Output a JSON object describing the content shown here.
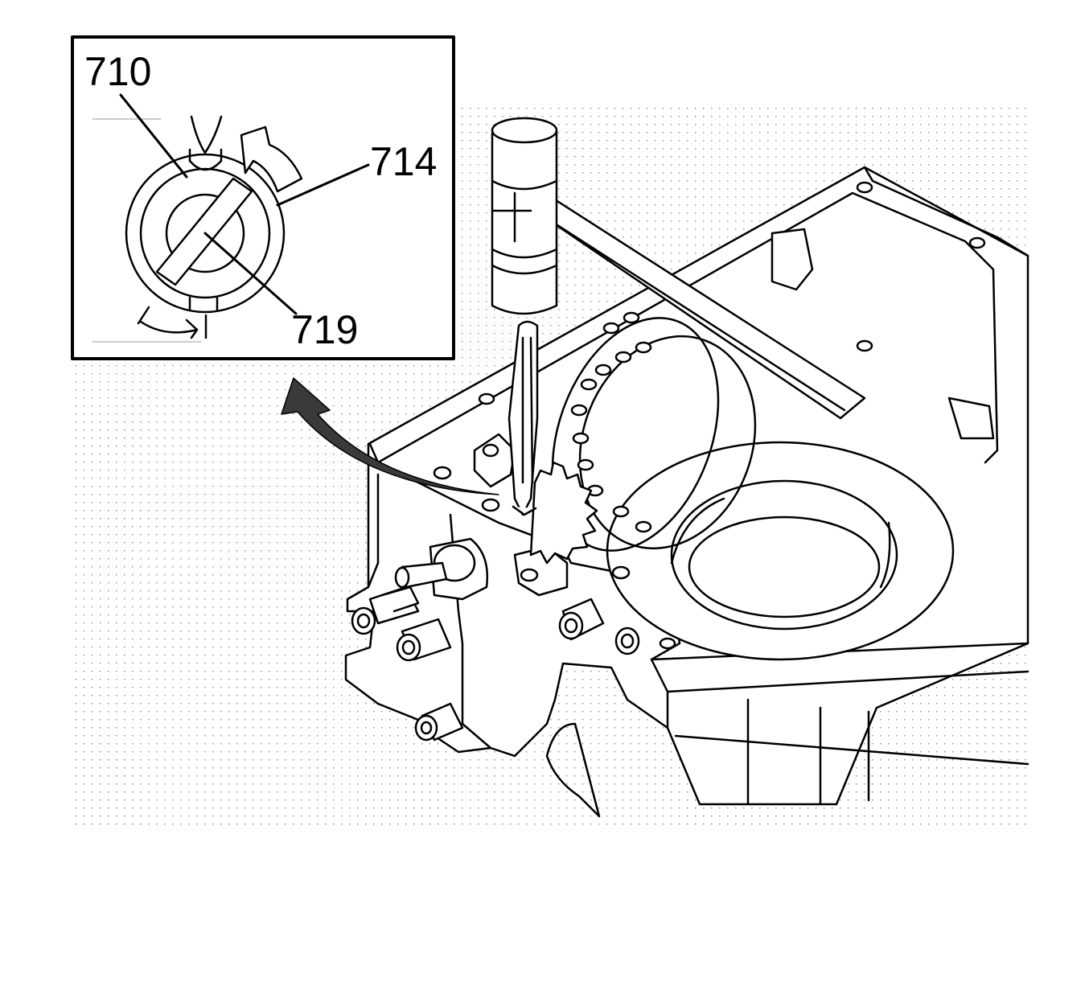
{
  "callouts": {
    "a": "710",
    "b": "714",
    "c": "719"
  }
}
